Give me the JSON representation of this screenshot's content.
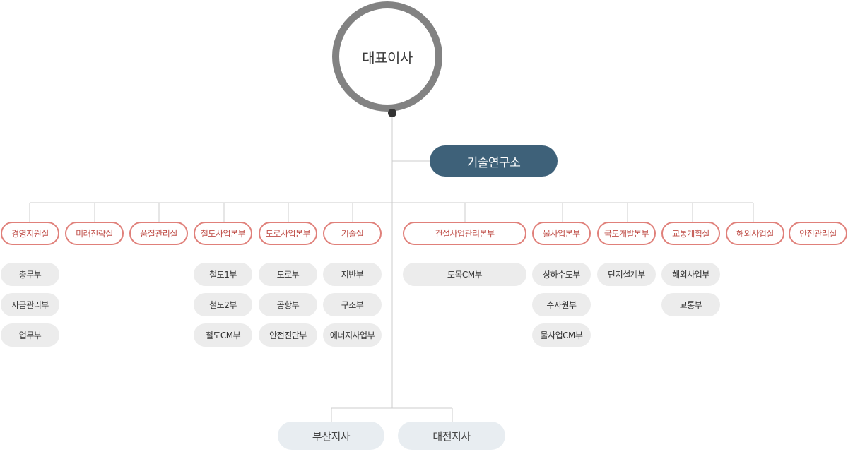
{
  "ceo": "대표이사",
  "lab": "기술연구소",
  "departments": [
    {
      "label": "경영지원실",
      "teams": [
        "총무부",
        "자금관리부",
        "업무부"
      ]
    },
    {
      "label": "미래전략실",
      "teams": []
    },
    {
      "label": "품질관리실",
      "teams": []
    },
    {
      "label": "철도사업본부",
      "teams": [
        "철도1부",
        "철도2부",
        "철도CM부"
      ]
    },
    {
      "label": "도로사업본부",
      "teams": [
        "도로부",
        "공항부",
        "안전진단부"
      ]
    },
    {
      "label": "기술실",
      "teams": [
        "지반부",
        "구조부",
        "에너지사업부"
      ]
    },
    {
      "label": "건설사업관리본부",
      "teams": [
        "토목CM부"
      ]
    },
    {
      "label": "물사업본부",
      "teams": [
        "상하수도부",
        "수자원부",
        "물사업CM부"
      ]
    },
    {
      "label": "국토개발본부",
      "teams": [
        "단지설계부"
      ]
    },
    {
      "label": "교통계획실",
      "teams": [
        "해외사업부",
        "교통부"
      ]
    },
    {
      "label": "해외사업실",
      "teams": []
    },
    {
      "label": "안전관리실",
      "teams": []
    }
  ],
  "branches": [
    "부산지사",
    "대전지사"
  ],
  "colors": {
    "ceo_ring": "#828282",
    "lab_fill": "#3e6179",
    "dept_border": "#e0807a",
    "dept_text": "#c0504a",
    "team_fill": "#ececec",
    "branch_fill": "#e8edf1",
    "line": "#cccccc"
  }
}
